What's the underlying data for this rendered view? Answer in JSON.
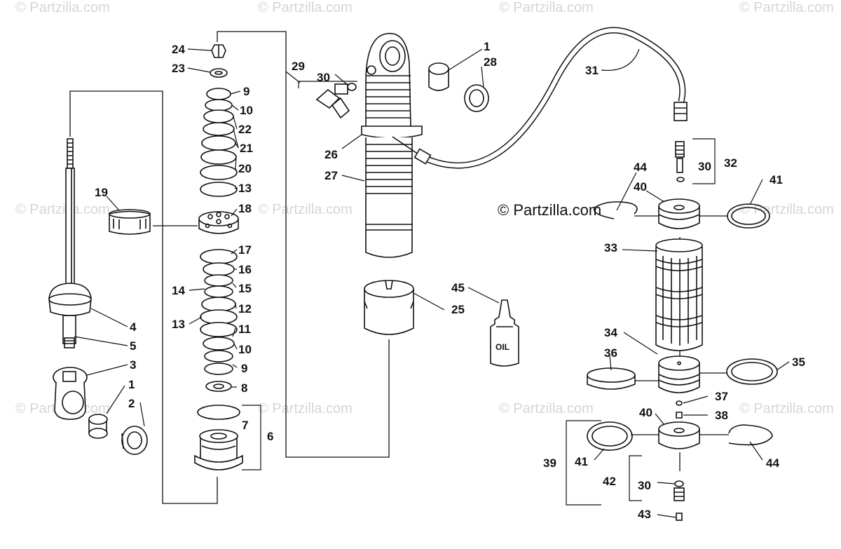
{
  "watermark": "© Partzilla.com",
  "brand_label": "© Partzilla.com",
  "bottle_label": "OIL",
  "callouts": {
    "c1a": "1",
    "c28": "28",
    "c24": "24",
    "c23": "23",
    "c29": "29",
    "c30a": "30",
    "c31": "31",
    "c9a": "9",
    "c10a": "10",
    "c22": "22",
    "c21": "21",
    "c20": "20",
    "c13a": "13",
    "c19": "19",
    "c18": "18",
    "c17": "17",
    "c16": "16",
    "c15": "15",
    "c14": "14",
    "c13b": "13",
    "c12": "12",
    "c11": "11",
    "c10b": "10",
    "c9b": "9",
    "c8": "8",
    "c7": "7",
    "c6": "6",
    "c4": "4",
    "c5": "5",
    "c3": "3",
    "c1b": "1",
    "c2": "2",
    "c26": "26",
    "c27": "27",
    "c45": "45",
    "c25": "25",
    "c44a": "44",
    "c40a": "40",
    "c30b": "30",
    "c32": "32",
    "c41a": "41",
    "c33": "33",
    "c34": "34",
    "c36": "36",
    "c35": "35",
    "c37": "37",
    "c38": "38",
    "c40b": "40",
    "c39": "39",
    "c41b": "41",
    "c44b": "44",
    "c42": "42",
    "c30c": "30",
    "c43": "43"
  }
}
